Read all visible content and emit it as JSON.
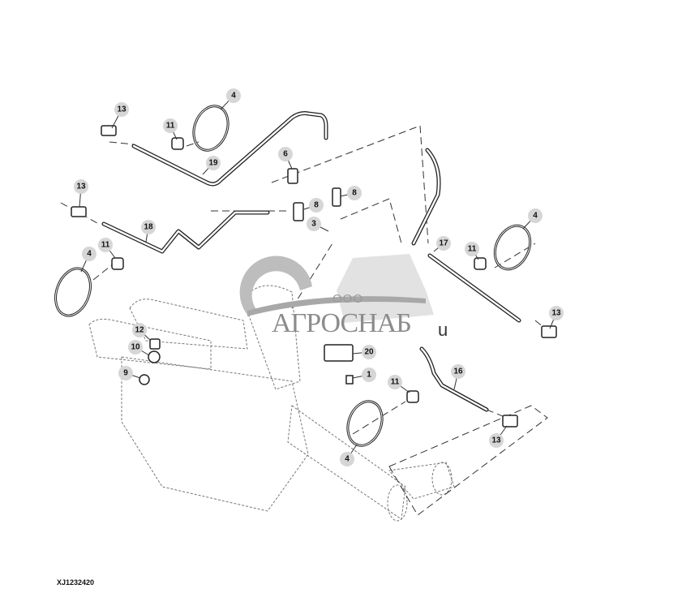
{
  "figure_id": "XJ1232420",
  "watermark": {
    "prefix": "ООО",
    "name": "АГРОСНАБ",
    "suffix": "u"
  },
  "callouts": [
    {
      "label": "13"
    },
    {
      "label": "4"
    },
    {
      "label": "11"
    },
    {
      "label": "19"
    },
    {
      "label": "6"
    },
    {
      "label": "8"
    },
    {
      "label": "8"
    },
    {
      "label": "3"
    },
    {
      "label": "13"
    },
    {
      "label": "18"
    },
    {
      "label": "11"
    },
    {
      "label": "4"
    },
    {
      "label": "17"
    },
    {
      "label": "11"
    },
    {
      "label": "4"
    },
    {
      "label": "13"
    },
    {
      "label": "12"
    },
    {
      "label": "10"
    },
    {
      "label": "9"
    },
    {
      "label": "20"
    },
    {
      "label": "1"
    },
    {
      "label": "11"
    },
    {
      "label": "16"
    },
    {
      "label": "13"
    },
    {
      "label": "4"
    }
  ]
}
